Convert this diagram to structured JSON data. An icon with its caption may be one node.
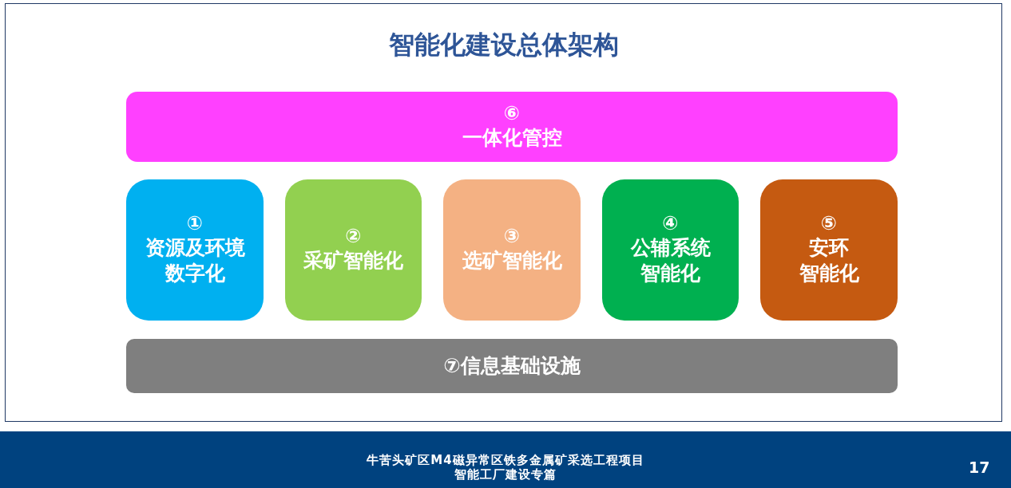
{
  "diagram": {
    "title": "智能化建设总体架构",
    "nodes": [
      {
        "text": [
          "⑥",
          "一体化管控"
        ]
      },
      {
        "text": [
          "①",
          "资源及环境数字化"
        ]
      },
      {
        "text": [
          "②",
          "采矿智能化"
        ]
      },
      {
        "text": [
          "③",
          "选矿智能化"
        ]
      },
      {
        "text": [
          "④",
          "公辅系统智能化"
        ]
      },
      {
        "text": [
          "⑤",
          "安环智能化"
        ]
      },
      {
        "text": [
          "⑦信息基础设施"
        ]
      }
    ],
    "labels": [
      "牛苦头矿区M4磁异常区铁多金属矿采选工程项目",
      "智能工厂建设专篇",
      "17"
    ]
  }
}
